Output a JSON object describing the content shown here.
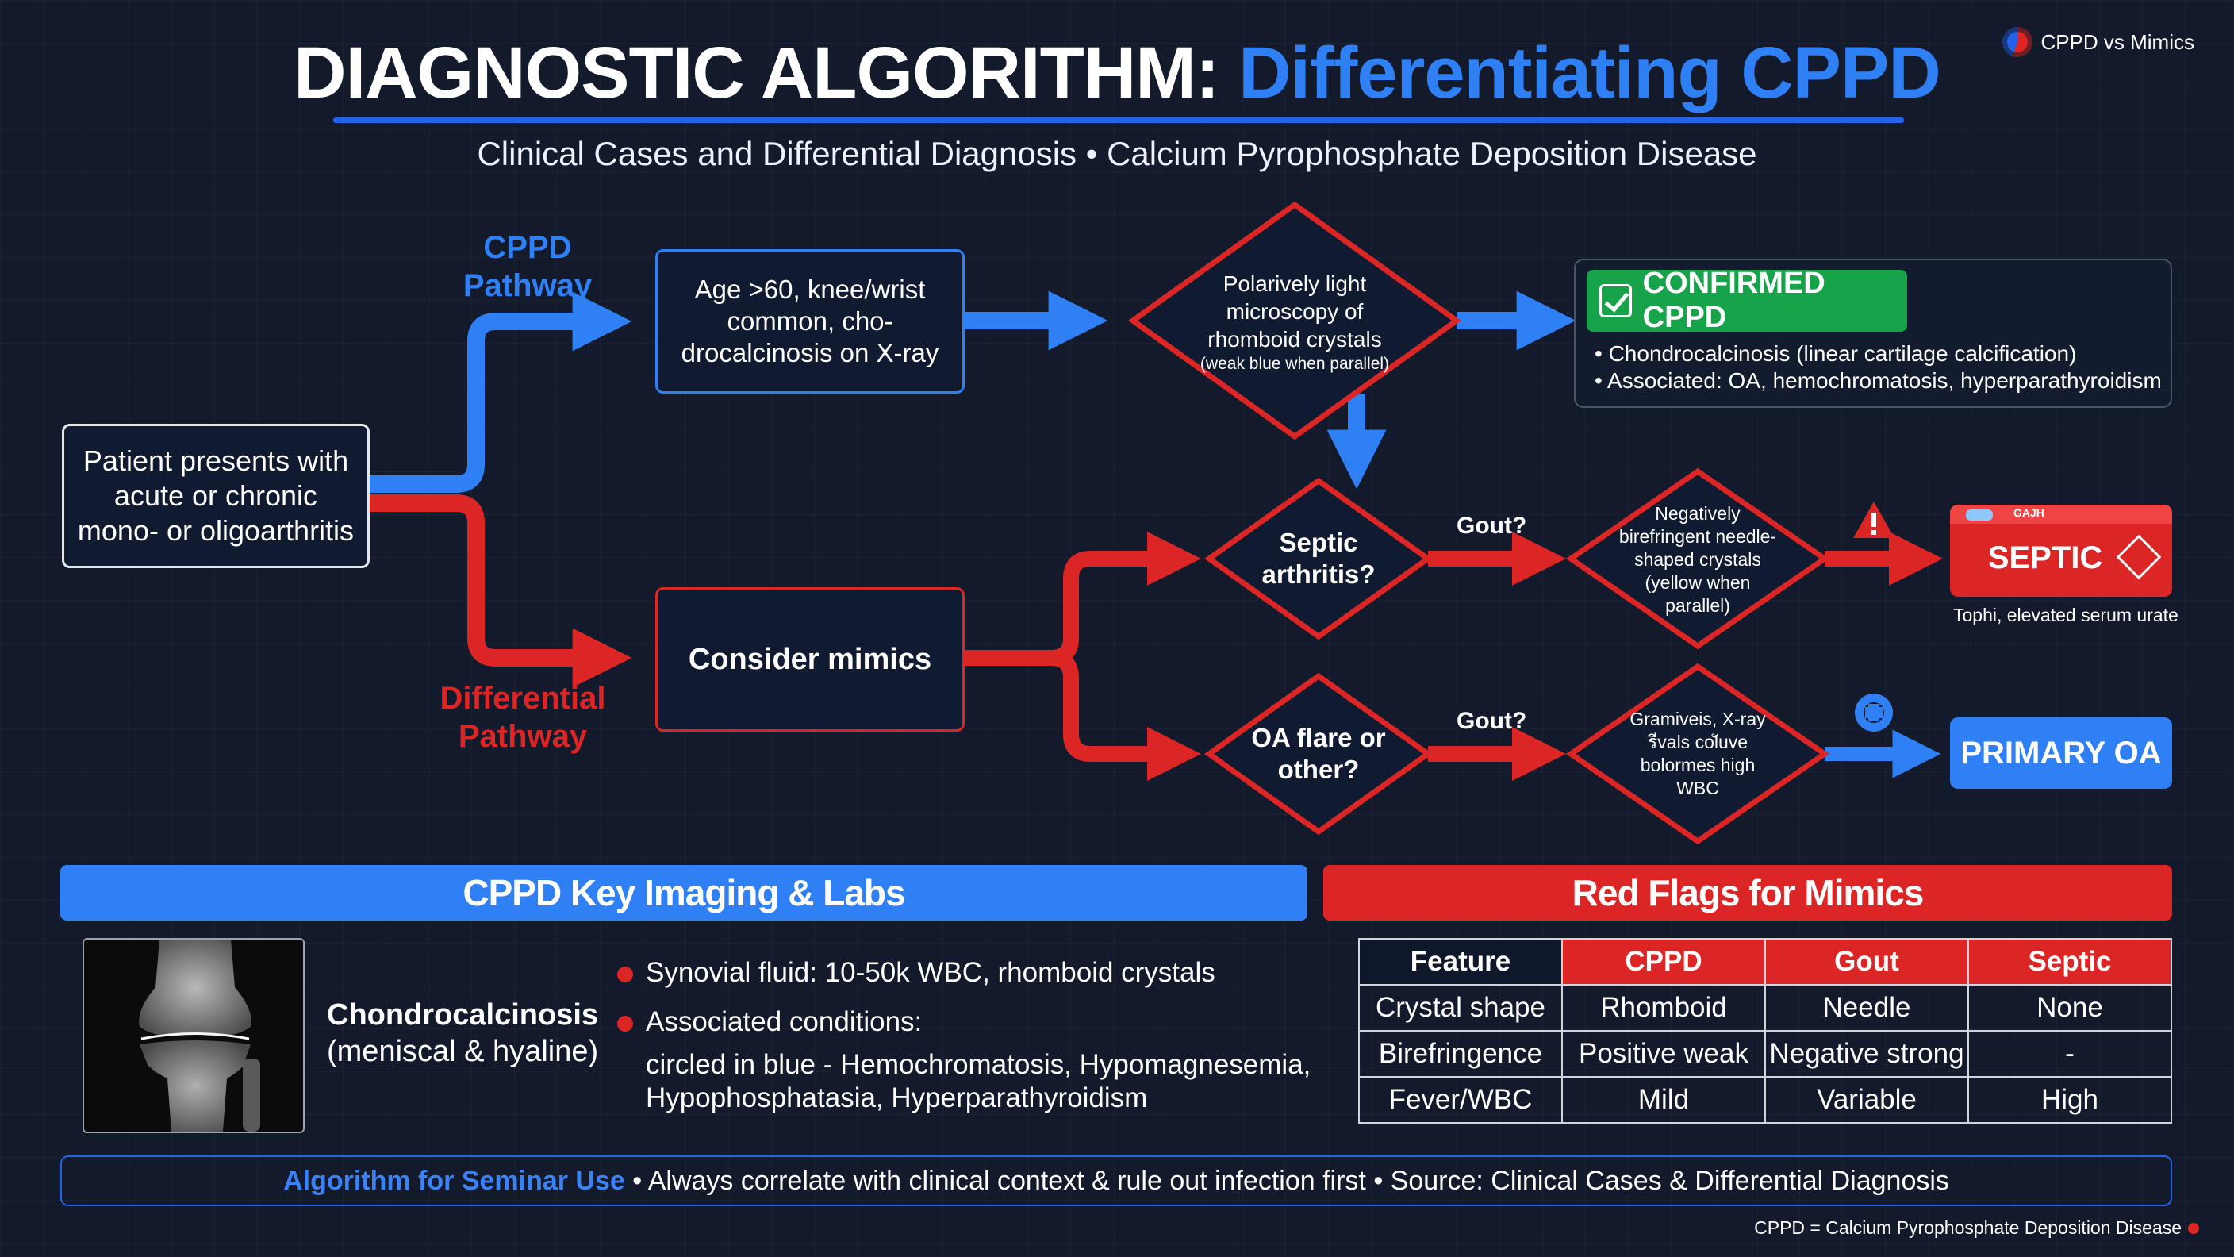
{
  "header": {
    "title_main": "DIAGNOSTIC ALGORITHM:",
    "title_accent": "Differentiating CPPD",
    "subtitle": "Clinical Cases and Differential Diagnosis • Calcium Pyrophosphate Deposition Disease",
    "badge": "CPPD vs Mimics"
  },
  "flow": {
    "start": "Patient presents with acute or chronic mono- or oligoarthritis",
    "cppd_pathway_label": "CPPD Pathway",
    "differential_pathway_label": "Differential Pathway",
    "age_box": "Age >60, knee/wrist common, cho-drocalcinosis on X-ray",
    "polarized_main": "Polarively light microscopy of rhomboid crystals",
    "polarized_note": "(weak blue when parallel)",
    "confirmed_title": "CONFIRMED CPPD",
    "confirmed_bullets": [
      "• Chondrocalcinosis (linear cartilage calcification)",
      "• Associated: OA, hemochromatosis, hyperparathyroidism"
    ],
    "consider_mimics": "Consider mimics",
    "septic_q": "Septic arthritis?",
    "oa_q": "OA flare or other?",
    "gout_label_1": "Gout?",
    "gout_label_2": "Gout?",
    "negative_crystals": "Negatively birefringent needle-shaped crystals (yellow when parallel)",
    "garbled_box": "Gramiveis, X-ray รีvals colัuve bolormes high WBC",
    "septic_result": "SEPTIC",
    "septic_mini": "GAJH",
    "septic_note": "Tophi, elevated serum urate",
    "primary_oa": "PRIMARY OA"
  },
  "imaging": {
    "header": "CPPD Key Imaging & Labs",
    "xray_caption_bold": "Chondrocalcinosis",
    "xray_caption": "(meniscal & hyaline)",
    "items": [
      "Synovial fluid: 10-50k WBC, rhomboid crystals",
      "Associated conditions:"
    ],
    "item2_detail_1": "circled in blue - Hemochromatosis, Hypomagnesemia,",
    "item2_detail_2": "Hypophosphatasia, Hyperparathyroidism"
  },
  "redflags": {
    "header": "Red Flags for Mimics",
    "columns": [
      "Feature",
      "CPPD",
      "Gout",
      "Septic"
    ],
    "rows": [
      [
        "Crystal shape",
        "Rhomboid",
        "Needle",
        "None"
      ],
      [
        "Birefringence",
        "Positive weak",
        "Negative strong",
        "-"
      ],
      [
        "Fever/WBC",
        "Mild",
        "Variable",
        "High"
      ]
    ]
  },
  "footer": {
    "highlight": "Algorithm for Seminar Use",
    "text": " • Always correlate with clinical context & rule out infection first • Source: Clinical Cases & Differential Diagnosis",
    "footnote": "CPPD = Calcium Pyrophosphate Deposition Disease"
  },
  "colors": {
    "blue": "#2f7ff5",
    "red": "#dc2626",
    "green": "#16a34a",
    "background": "#121a2b"
  },
  "icons": [
    "warning-icon",
    "plus-circle-icon",
    "check-icon",
    "diamond-icon",
    "logo-icon",
    "knee-xray-image"
  ]
}
